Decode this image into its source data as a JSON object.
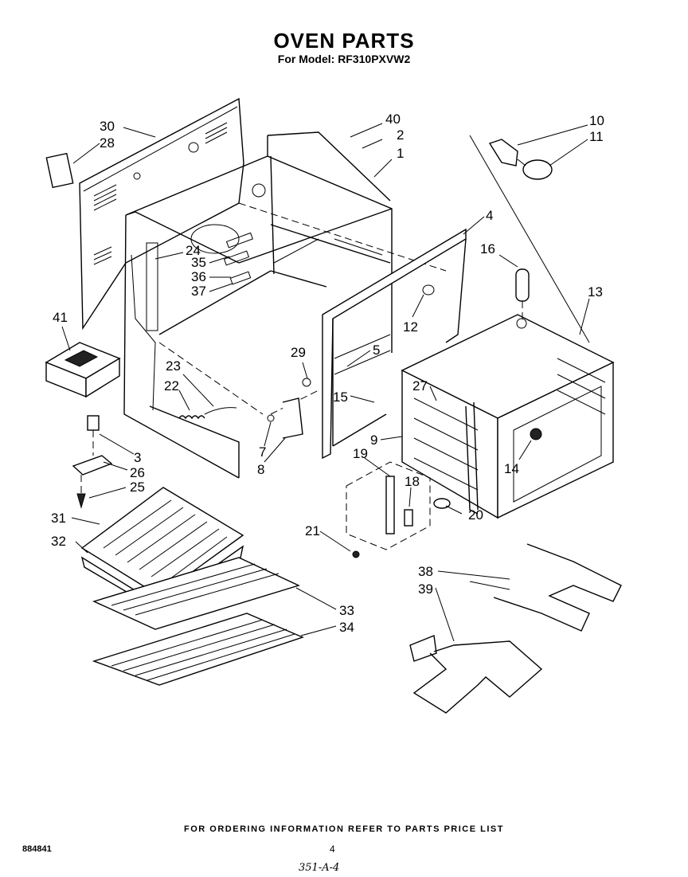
{
  "title": "OVEN PARTS",
  "subtitle": "For Model: RF310PXVW2",
  "footer": "FOR ORDERING INFORMATION REFER TO PARTS PRICE LIST",
  "doc_number": "884841",
  "page_number": "4",
  "handwritten_note": "351-A-4",
  "callouts": [
    {
      "id": "c30",
      "label": "30"
    },
    {
      "id": "c28",
      "label": "28"
    },
    {
      "id": "c40",
      "label": "40"
    },
    {
      "id": "c2",
      "label": "2"
    },
    {
      "id": "c1",
      "label": "1"
    },
    {
      "id": "c10",
      "label": "10"
    },
    {
      "id": "c11",
      "label": "11"
    },
    {
      "id": "c4",
      "label": "4"
    },
    {
      "id": "c16",
      "label": "16"
    },
    {
      "id": "c13",
      "label": "13"
    },
    {
      "id": "c24",
      "label": "24"
    },
    {
      "id": "c35",
      "label": "35"
    },
    {
      "id": "c36",
      "label": "36"
    },
    {
      "id": "c37",
      "label": "37"
    },
    {
      "id": "c12",
      "label": "12"
    },
    {
      "id": "c41",
      "label": "41"
    },
    {
      "id": "c29",
      "label": "29"
    },
    {
      "id": "c5",
      "label": "5"
    },
    {
      "id": "c23",
      "label": "23"
    },
    {
      "id": "c27",
      "label": "27"
    },
    {
      "id": "c22",
      "label": "22"
    },
    {
      "id": "c15",
      "label": "15"
    },
    {
      "id": "c9",
      "label": "9"
    },
    {
      "id": "c14",
      "label": "14"
    },
    {
      "id": "c7",
      "label": "7"
    },
    {
      "id": "c8",
      "label": "8"
    },
    {
      "id": "c3",
      "label": "3"
    },
    {
      "id": "c26",
      "label": "26"
    },
    {
      "id": "c25",
      "label": "25"
    },
    {
      "id": "c19",
      "label": "19"
    },
    {
      "id": "c18",
      "label": "18"
    },
    {
      "id": "c20",
      "label": "20"
    },
    {
      "id": "c31",
      "label": "31"
    },
    {
      "id": "c32",
      "label": "32"
    },
    {
      "id": "c21",
      "label": "21"
    },
    {
      "id": "c38",
      "label": "38"
    },
    {
      "id": "c39",
      "label": "39"
    },
    {
      "id": "c33",
      "label": "33"
    },
    {
      "id": "c34",
      "label": "34"
    }
  ]
}
